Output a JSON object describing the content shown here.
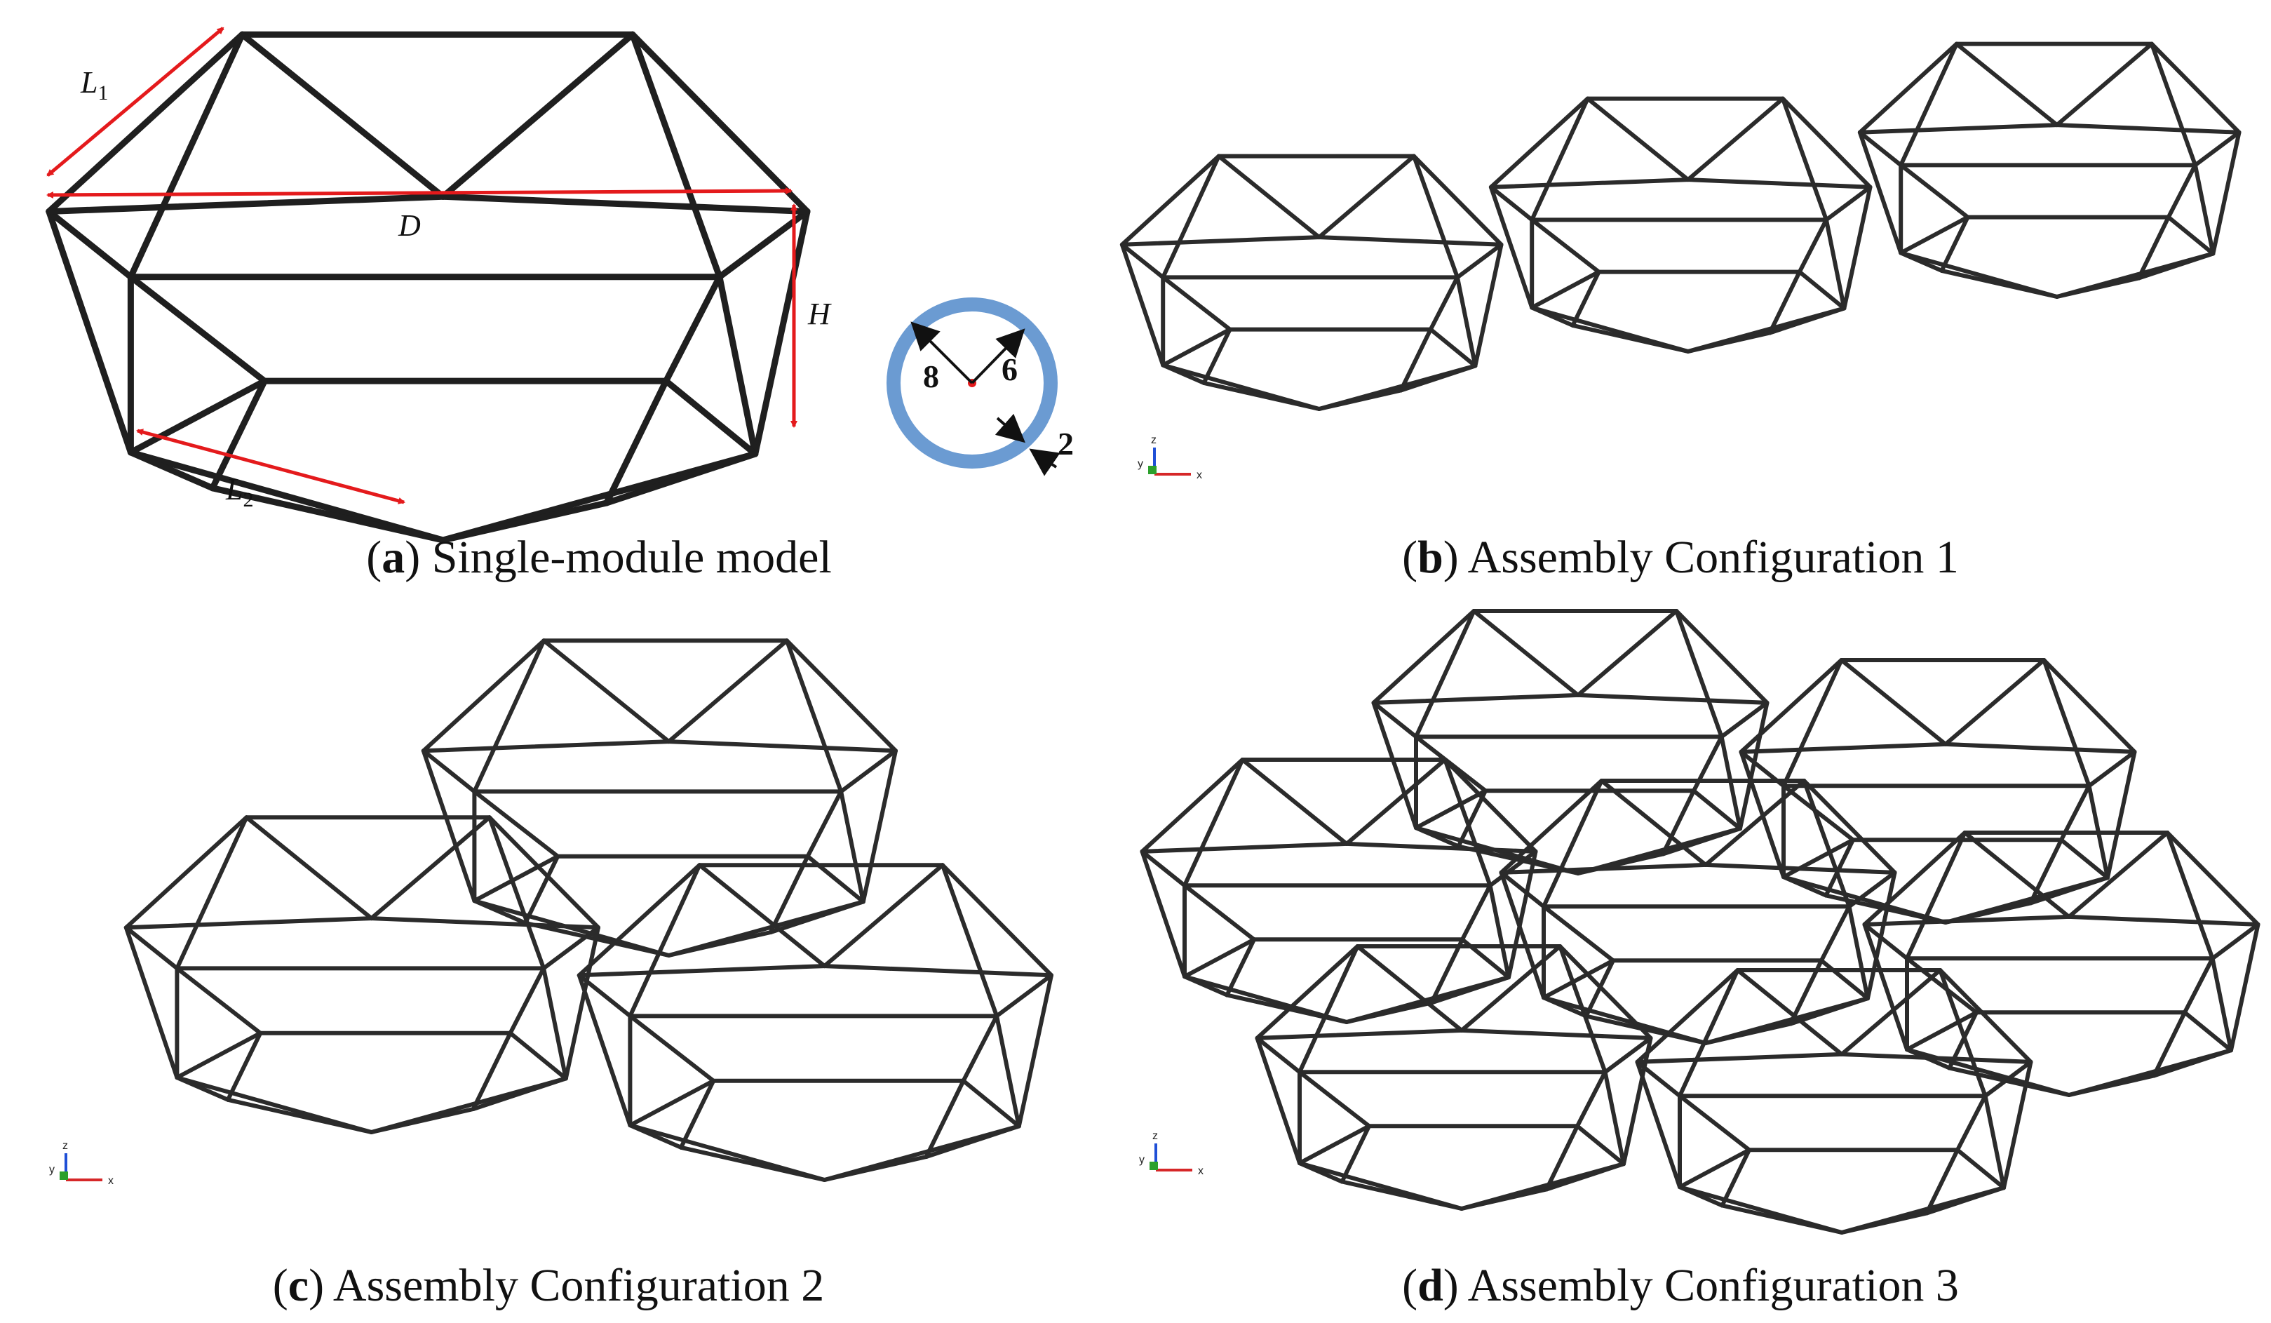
{
  "panels": {
    "a": {
      "caption_letter": "a",
      "caption_text": " Single-module model",
      "dims": {
        "L1": "L",
        "L1_sub": "1",
        "L2": "L",
        "L2_sub": "2",
        "D": "D",
        "H": "H"
      },
      "section": {
        "outer": "8",
        "inner": "6",
        "thickness": "2"
      }
    },
    "b": {
      "caption_letter": "b",
      "caption_text": " Assembly Configuration 1"
    },
    "c": {
      "caption_letter": "c",
      "caption_text": " Assembly Configuration 2"
    },
    "d": {
      "caption_letter": "d",
      "caption_text": " Assembly Configuration 3"
    }
  },
  "axes": {
    "x": "x",
    "y": "y",
    "z": "z"
  },
  "colors": {
    "strut": "#2b2b2b",
    "dimension": "#e41a1c",
    "tube": "#6b9bd2",
    "axis_x": "#d62728",
    "axis_y": "#2ca02c",
    "axis_z": "#1f4fd6"
  }
}
